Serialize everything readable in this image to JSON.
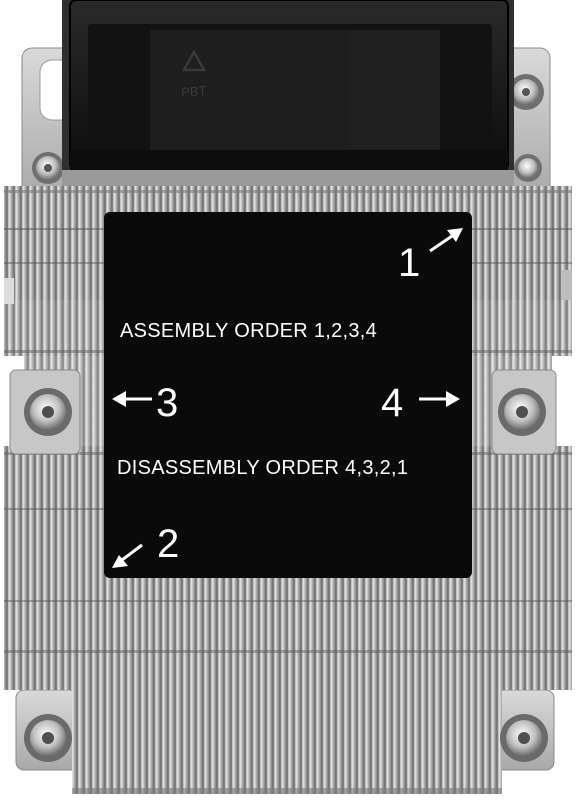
{
  "label": {
    "arrow_1": "1",
    "arrow_2": "2",
    "arrow_3": "3",
    "arrow_4": "4",
    "assembly_order": "ASSEMBLY ORDER 1,2,3,4",
    "disassembly_order": "DISASSEMBLY ORDER 4,3,2,1"
  },
  "fan": {
    "molded_mark": "PBT"
  },
  "colors": {
    "fan_body": "#1a1a1a",
    "label_background": "#0a0a0a",
    "label_text": "#ffffff",
    "fin_light": "#e4e4e4",
    "fin_dark": "#6f6f6f",
    "base_plate": "#c9c9c9"
  },
  "icons": [
    "recycle-icon",
    "arrow-up-right-icon",
    "arrow-down-left-icon",
    "arrow-left-icon",
    "arrow-right-icon",
    "screw-icon"
  ]
}
